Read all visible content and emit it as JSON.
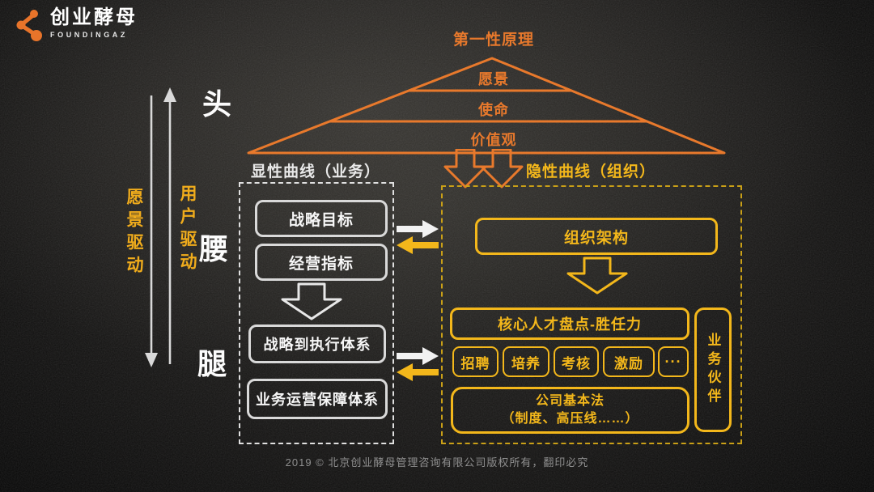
{
  "brand": {
    "name": "创业酵母",
    "subtitle": "FOUNDINGAZ"
  },
  "pyramid": {
    "title": "第一性原理",
    "levels": [
      "愿景",
      "使命",
      "价值观"
    ]
  },
  "body_axis": {
    "head": "头",
    "waist": "腰",
    "legs": "腿",
    "vision_driven": "愿景驱动",
    "user_driven": "用户驱动"
  },
  "business": {
    "label": "显性曲线（业务）",
    "boxes": [
      "战略目标",
      "经营指标",
      "战略到执行体系",
      "业务运营保障体系"
    ]
  },
  "organization": {
    "label": "隐性曲线（组织）",
    "org_structure": "组织架构",
    "talent_review": "核心人才盘点-胜任力",
    "hr_items": [
      "招聘",
      "培养",
      "考核",
      "激励",
      "···"
    ],
    "basic_law_line1": "公司基本法",
    "basic_law_line2": "（制度、高压线……）",
    "partner": "业务伙伴"
  },
  "footer": {
    "copyright": "2019 © 北京创业酵母管理咨询有限公司版权所有，翻印必究"
  },
  "colors": {
    "orange": "#E8792C",
    "gold": "#F3B71B",
    "white": "#F5F5F5",
    "gray_text": "#8F8F8F",
    "background": "#161514"
  }
}
